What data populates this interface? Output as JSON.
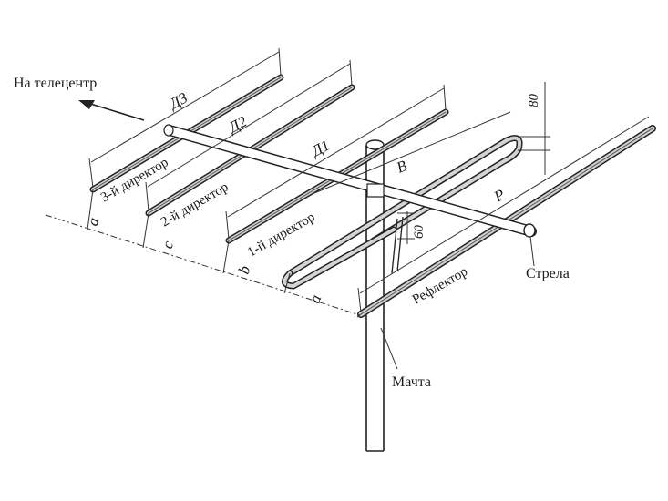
{
  "labels": {
    "to_telecenter": "На телецентр",
    "director_3": "3-й директор",
    "director_2": "2-й директор",
    "director_1": "1-й директор",
    "reflector": "Рефлектор",
    "boom": "Стрела",
    "mast": "Мачта"
  },
  "dimensions": {
    "d3": "Д3",
    "d2": "Д2",
    "d1": "Д1",
    "b_vibrator": "В",
    "p_reflector": "Р",
    "gap_80": "80",
    "gap_60": "60",
    "a_left": "а",
    "c": "с",
    "b": "b",
    "a_right": "а"
  },
  "colors": {
    "line": "#222222",
    "background": "#ffffff"
  }
}
